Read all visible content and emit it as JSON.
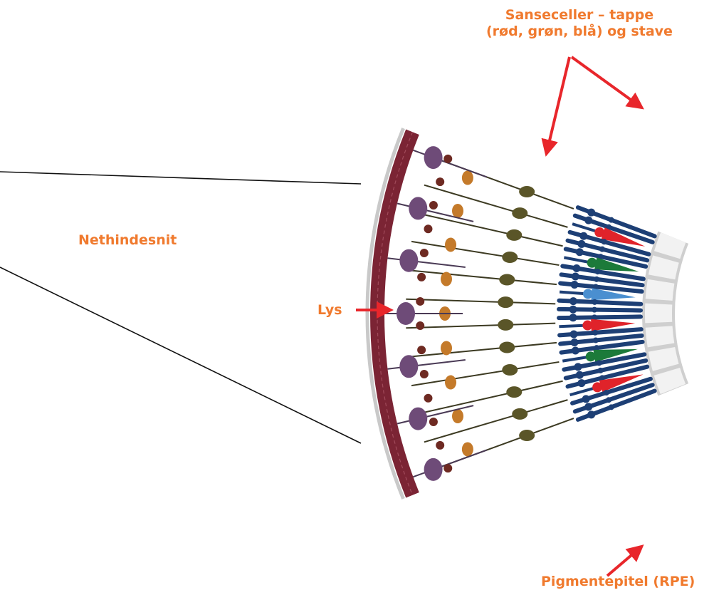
{
  "labels": {
    "section": "Nethindesnit",
    "light": "Lys",
    "photoreceptors_line1": "Sanseceller – tappe",
    "photoreceptors_line2": "(rød, grøn, blå) og stave",
    "pigment_epithelium": "Pigmentepitel (RPE)"
  },
  "colors": {
    "label_text": "#f07a2e",
    "arrow": "#e8262b",
    "callout_line": "#111111",
    "rod": "#1d3f75",
    "cone_red": "#e0232a",
    "cone_green": "#1c7a3a",
    "cone_blue": "#4a8fd0",
    "ganglion_cell": "#6e4b78",
    "bipolar_cell": "#5a5528",
    "amacrine_cell": "#c47a2a",
    "nerve_fiber_layer": "#7b2434",
    "rpe": "#d8d8d8"
  },
  "cone_pattern": [
    "red",
    "green",
    "blue",
    "red",
    "green",
    "red"
  ]
}
